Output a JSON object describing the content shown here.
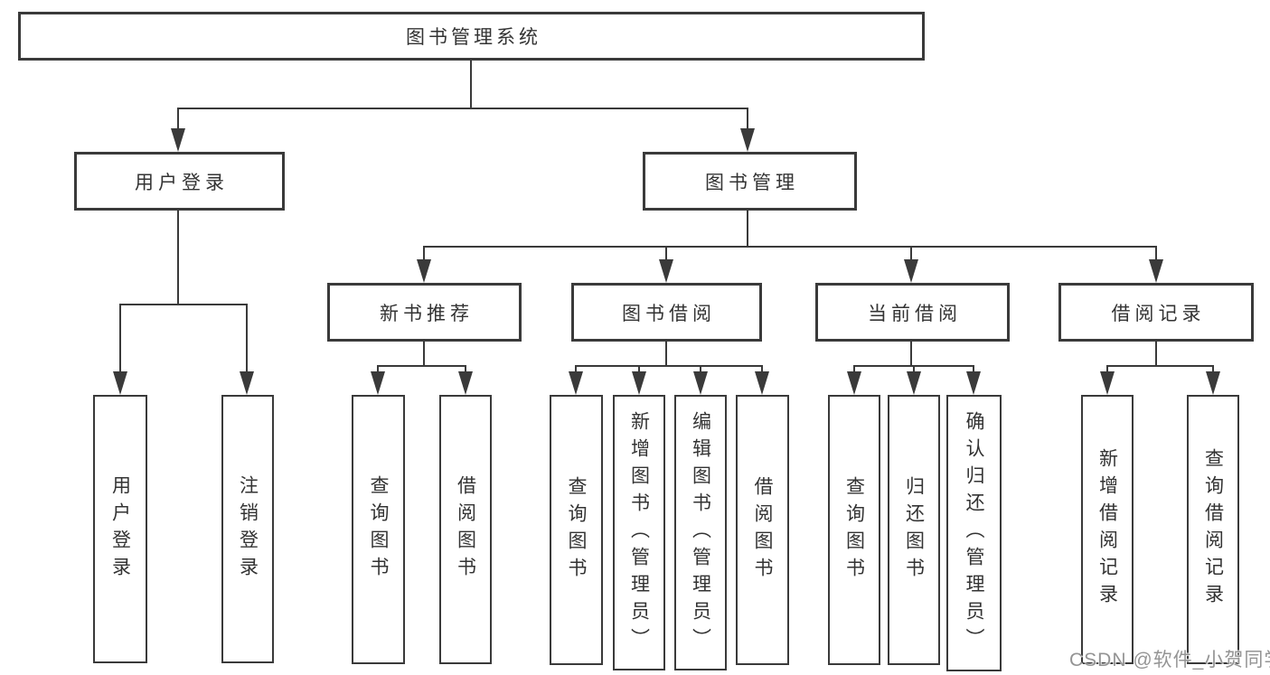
{
  "tree": {
    "label": "图书管理系统",
    "children": [
      {
        "label": "用户登录",
        "children": [
          {
            "label": "用户登录"
          },
          {
            "label": "注销登录"
          }
        ]
      },
      {
        "label": "图书管理",
        "children": [
          {
            "label": "新书推荐",
            "children": [
              {
                "label": "查询图书"
              },
              {
                "label": "借阅图书"
              }
            ]
          },
          {
            "label": "图书借阅",
            "children": [
              {
                "label": "查询图书"
              },
              {
                "label": "新增图书（管理员）"
              },
              {
                "label": "编辑图书（管理员）"
              },
              {
                "label": "借阅图书"
              }
            ]
          },
          {
            "label": "当前借阅",
            "children": [
              {
                "label": "查询图书"
              },
              {
                "label": "归还图书"
              },
              {
                "label": "确认归还（管理员）"
              }
            ]
          },
          {
            "label": "借阅记录",
            "children": [
              {
                "label": "新增借阅记录"
              },
              {
                "label": "查询借阅记录"
              }
            ]
          }
        ]
      }
    ]
  },
  "watermark": {
    "text": "CSDN @软件_小贺同学"
  },
  "colors": {
    "line": "#3a3a3a",
    "text": "#333333",
    "watermark": "#949494",
    "background": "#ffffff"
  }
}
